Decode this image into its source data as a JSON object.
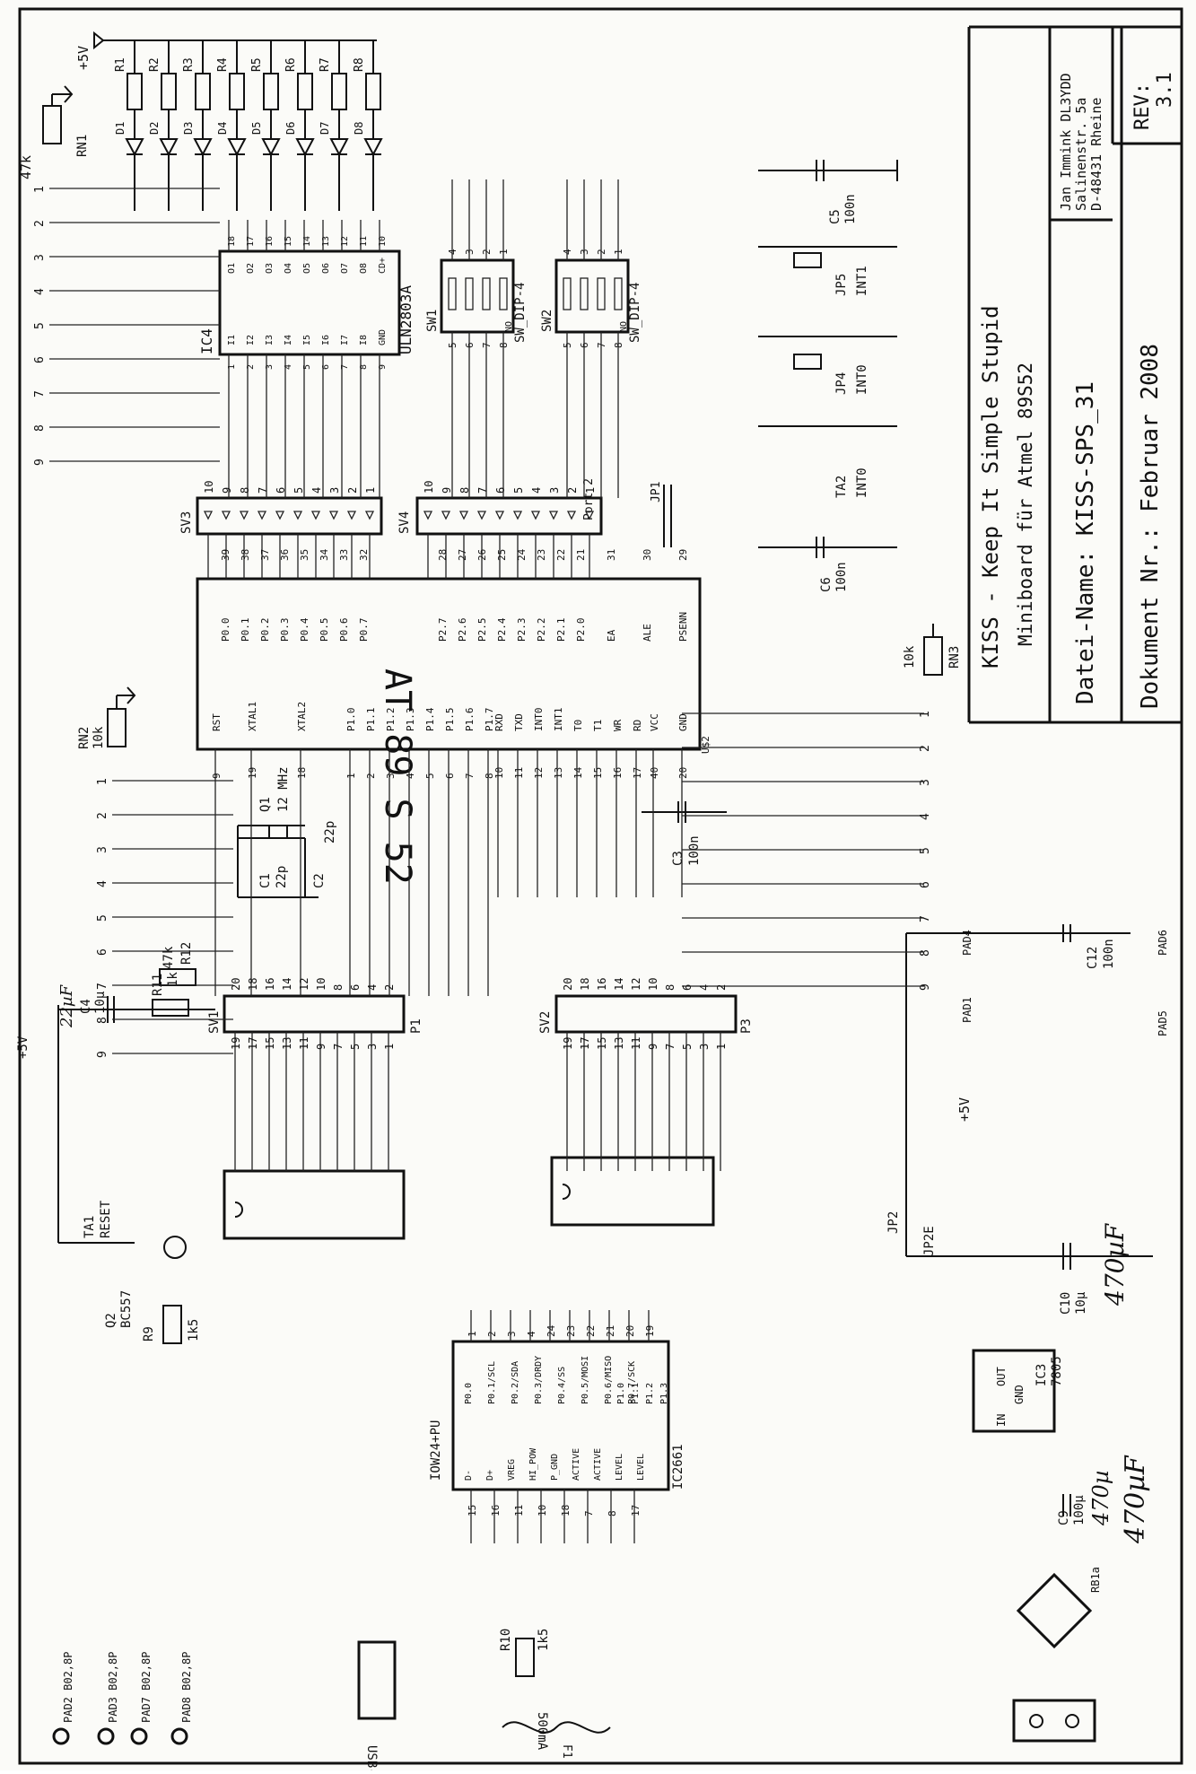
{
  "title_block": {
    "author_name": "Jan Immink DL3YDD",
    "author_street": "Salinenstr. 5a",
    "author_city": "D-48431 Rheine",
    "rev_label": "REV:",
    "rev_value": "3.1",
    "project_title": "KISS - Keep It Simple Stupid",
    "project_subtitle": "Miniboard für Atmel 89S52",
    "file_name": "Datei-Name: KISS-SPS_31",
    "doc_number": "Dokument Nr.:  Februar 2008"
  },
  "mcu": {
    "name": "AT 89 S 52",
    "ref": "U$2",
    "left_pins": [
      "P0.0",
      "P0.1",
      "P0.2",
      "P0.3",
      "P0.4",
      "P0.5",
      "P0.6",
      "P0.7"
    ],
    "left_pin_numbers": [
      "39",
      "38",
      "37",
      "36",
      "35",
      "34",
      "33",
      "32"
    ],
    "right_pins": [
      "P2.7",
      "P2.6",
      "P2.5",
      "P2.4",
      "P2.3",
      "P2.2",
      "P2.1",
      "P2.0"
    ],
    "right_pin_numbers": [
      "28",
      "27",
      "26",
      "25",
      "24",
      "23",
      "22",
      "21"
    ],
    "ctrl_pins": [
      "EA",
      "ALE",
      "PSENN"
    ],
    "ctrl_pin_numbers": [
      "31",
      "30",
      "29"
    ],
    "bottom_left_pins": [
      "RST",
      "XTAL1",
      "XTAL2",
      "P1.0",
      "P1.1",
      "P1.2",
      "P1.3",
      "P1.4",
      "P1.5",
      "P1.6",
      "P1.7"
    ],
    "bottom_left_numbers": [
      "9",
      "19",
      "18",
      "1",
      "2",
      "3",
      "4",
      "5",
      "6",
      "7",
      "8"
    ],
    "bottom_right_pins": [
      "RXD",
      "TXD",
      "INT0",
      "INT1",
      "T0",
      "T1",
      "WR",
      "RD",
      "VCC",
      "GND"
    ],
    "bottom_right_numbers": [
      "10",
      "11",
      "12",
      "13",
      "14",
      "15",
      "16",
      "17",
      "40",
      "20"
    ]
  },
  "driver": {
    "name": "ULN2803A",
    "ref": "IC4",
    "inputs": [
      "I1",
      "I2",
      "I3",
      "I4",
      "I5",
      "I6",
      "I7",
      "I8",
      "GND"
    ],
    "outputs": [
      "O1",
      "O2",
      "O3",
      "O4",
      "O5",
      "O6",
      "O7",
      "O8",
      "CD+"
    ],
    "input_numbers": [
      "1",
      "2",
      "3",
      "4",
      "5",
      "6",
      "7",
      "8",
      "9"
    ],
    "output_numbers": [
      "18",
      "17",
      "16",
      "15",
      "14",
      "13",
      "12",
      "11",
      "10"
    ]
  },
  "resistors": [
    "R1",
    "R2",
    "R3",
    "R4",
    "R5",
    "R6",
    "R7",
    "R8"
  ],
  "leds": [
    "D1",
    "D2",
    "D3",
    "D4",
    "D5",
    "D6",
    "D7",
    "D8"
  ],
  "rn1": {
    "ref": "RN1",
    "value": "47k",
    "pins": [
      "1",
      "2",
      "3",
      "4",
      "5",
      "6",
      "7",
      "8",
      "9"
    ]
  },
  "rn2": {
    "ref": "RN2",
    "value": "10k",
    "pins": [
      "1",
      "2",
      "3",
      "4",
      "5",
      "6",
      "7",
      "8",
      "9"
    ]
  },
  "rn3": {
    "ref": "RN3",
    "value": "10k",
    "pins": [
      "1",
      "2",
      "3",
      "4",
      "5",
      "6",
      "7",
      "8",
      "9"
    ]
  },
  "dip": {
    "sw1_ref": "SW1",
    "sw1_type": "SW_DIP-4",
    "sw2_ref": "SW2",
    "sw2_type": "SW_DIP-4",
    "pins_top": [
      "4",
      "3",
      "2",
      "1"
    ],
    "pins_bottom": [
      "5",
      "6",
      "7",
      "8"
    ],
    "no_label": "NO"
  },
  "headers": {
    "sv3": "SV3",
    "sv4": "SV4",
    "sv3_pins": [
      "10",
      "9",
      "8",
      "7",
      "6",
      "5",
      "4",
      "3",
      "2",
      "1"
    ],
    "sv4_pins": [
      "10",
      "9",
      "8",
      "7",
      "6",
      "5",
      "4",
      "3",
      "2",
      "1"
    ],
    "sv4_port_label": "Port 2",
    "sv1": "SV1",
    "sv2": "SV2",
    "sv_top": [
      "20",
      "18",
      "16",
      "14",
      "12",
      "10",
      "8",
      "6",
      "4",
      "2"
    ],
    "sv_bottom": [
      "19",
      "17",
      "15",
      "13",
      "11",
      "9",
      "7",
      "5",
      "3",
      "1"
    ],
    "p1": "P1",
    "p3": "P3"
  },
  "components": {
    "c5": "C5",
    "c5_val": "100n",
    "c6": "C6",
    "c6_val": "100n",
    "c3": "C3",
    "c3_val": "100n",
    "c1": "C1",
    "c1_val": "22p",
    "c2": "C2",
    "c2_val": "22p",
    "q1": "Q1",
    "q1_val": "12 MHz",
    "c4": "C4",
    "c4_val": "10µ",
    "c4_note": "22µF",
    "r11": "R11",
    "r11_val": "1k",
    "r12": "R12",
    "r12_val": "47k",
    "q2": "Q2",
    "q2_val": "BC557",
    "r9": "R9",
    "r9_val": "1k5",
    "r10": "R10",
    "r10_val": "1k5",
    "ta1": "TA1",
    "ta1_val": "RESET",
    "ta2": "TA2",
    "ta2_val": "INT0",
    "jp1": "JP1",
    "jp2": "JP2",
    "jp2e": "JP2E",
    "jp4": "JP4",
    "jp4_val": "INT0",
    "jp5": "JP5",
    "jp5_val": "INT1",
    "c12": "C12",
    "c12_val": "100n",
    "c10": "C10",
    "c10_val": "10µ",
    "c10_note": "470µF",
    "c9": "C9",
    "c9_val": "100µ",
    "c9_note": "470µ",
    "c9_note2": "470µF",
    "ic3": "IC3",
    "ic3_val": "7805",
    "ic3_in": "IN",
    "ic3_out": "OUT",
    "ic3_gnd": "GND",
    "rb1": "RB1a",
    "f1": "F1",
    "f1_val": "500mA",
    "usb_label": "USB-BW",
    "usb_chip_label": "IOW24+PU",
    "pad1": "PAD1",
    "pad4": "PAD4",
    "pad5": "PAD5",
    "pad6": "PAD6",
    "pads_left": [
      "PAD2 B02,8P",
      "PAD3 B02,8P",
      "PAD7 B02,8P",
      "PAD8 B02,8P"
    ],
    "supply": "+5V"
  },
  "usb_ic": {
    "ref": "IC2661",
    "pins_left": [
      "P0.0",
      "P0.1/SCL",
      "P0.2/SDA",
      "P0.3/DRDY",
      "P0.4/SS",
      "P0.5/MOSI",
      "P0.6/MISO",
      "P0.7/SCK"
    ],
    "pins_right": [
      "P1.0",
      "P1.1",
      "P1.2",
      "P1.3"
    ],
    "pins_bottom": [
      "D-",
      "D+",
      "VREG",
      "HI_POW",
      "P_GND",
      "ACTIVE",
      "ACTIVE",
      "LEVEL",
      "LEVEL"
    ],
    "top_numbers": [
      "1",
      "2",
      "3",
      "4",
      "24",
      "23",
      "22",
      "21",
      "20",
      "19"
    ],
    "bottom_numbers": [
      "15",
      "16",
      "11",
      "10",
      "18",
      "7",
      "8",
      "17"
    ]
  }
}
